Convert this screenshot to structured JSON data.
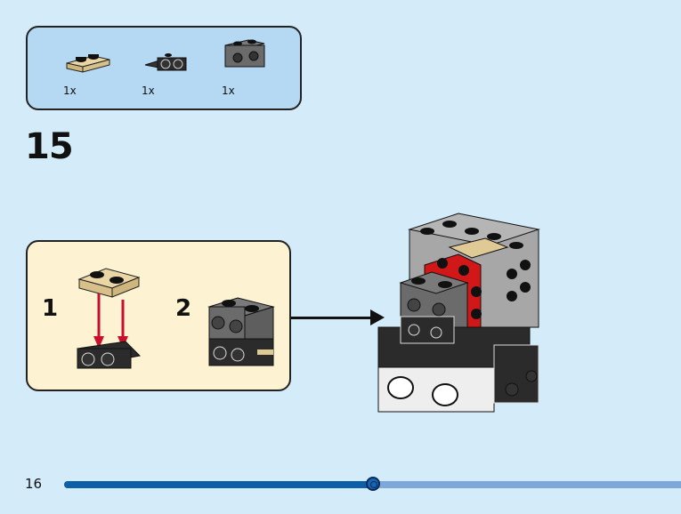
{
  "parts_list": {
    "items": [
      {
        "name": "tan-plate-1x2",
        "color": "#dfc995",
        "qty": "1x"
      },
      {
        "name": "black-bracket-1x2",
        "color": "#2b2b2b",
        "qty": "1x"
      },
      {
        "name": "dark-gray-brick-1x2-studs-side",
        "color": "#6b6b6b",
        "qty": "1x"
      }
    ]
  },
  "step": {
    "number": "15"
  },
  "sub_assembly": {
    "steps": [
      {
        "label": "1"
      },
      {
        "label": "2"
      }
    ]
  },
  "footer": {
    "page_number": "16",
    "progress_percent": 50
  },
  "colors": {
    "background": "#d4ebfa",
    "parts_box": "#b5d9f3",
    "sub_box": "#fdf3d2",
    "progress_fill": "#0d5fa8",
    "progress_track": "#7fa8da",
    "arrow_red": "#c8102e"
  }
}
